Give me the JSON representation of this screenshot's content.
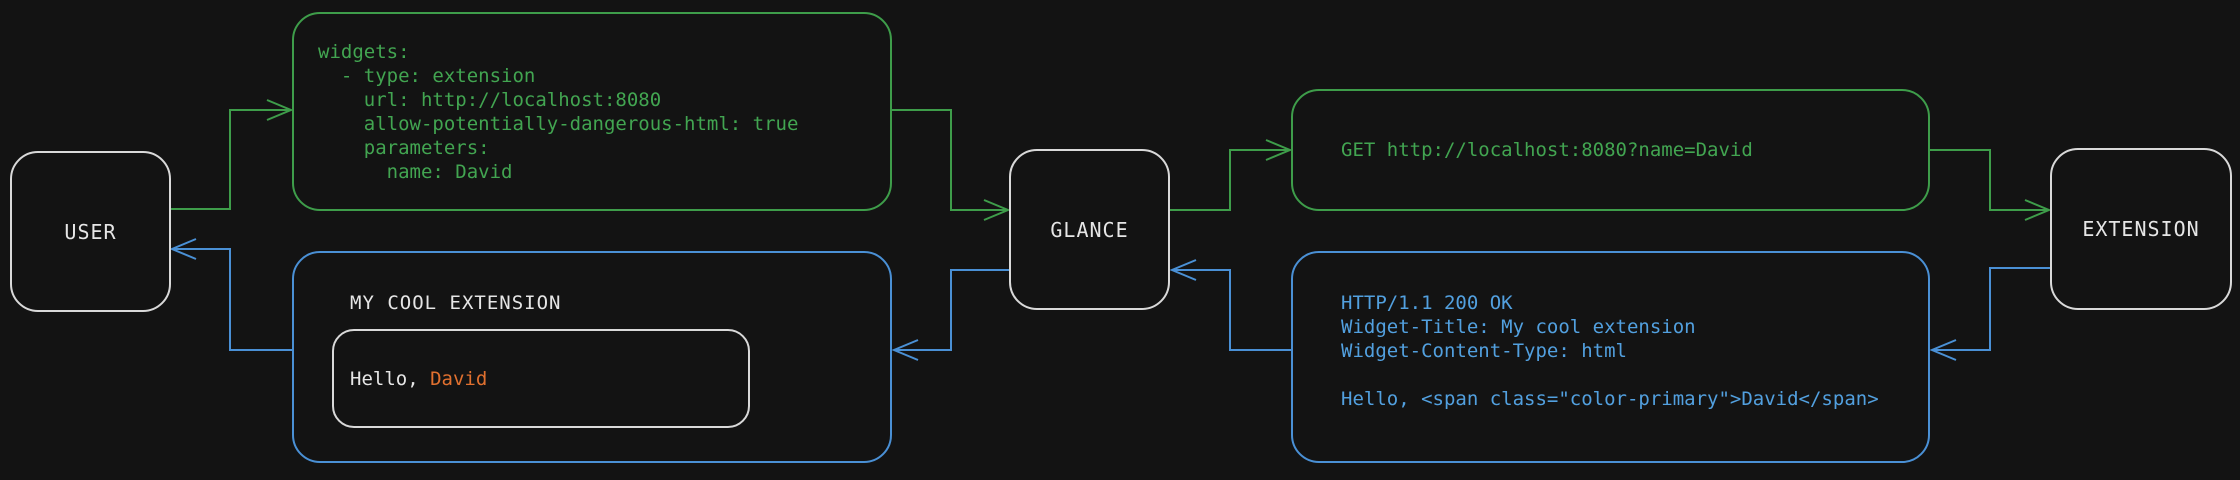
{
  "colors": {
    "bg": "#131313",
    "green": "#3e9d4a",
    "green-text": "#42a551",
    "blue": "#4a90d5",
    "blue-text": "#52a0df",
    "orange": "#e0702f",
    "light": "#d9d9d9",
    "text-light": "#e6e6e6"
  },
  "nodes": {
    "user": {
      "label": "USER"
    },
    "glance": {
      "label": "GLANCE"
    },
    "extension": {
      "label": "EXTENSION"
    }
  },
  "boxes": {
    "config": {
      "lines": [
        "widgets:",
        "  - type: extension",
        "    url: http://localhost:8080",
        "    allow-potentially-dangerous-html: true",
        "    parameters:",
        "      name: David"
      ]
    },
    "request": {
      "line": "GET http://localhost:8080?name=David"
    },
    "response": {
      "lines": [
        "HTTP/1.1 200 OK",
        "Widget-Title: My cool extension",
        "Widget-Content-Type: html",
        "",
        "Hello, <span class=\"color-primary\">David</span>"
      ]
    },
    "widget": {
      "title": "MY COOL EXTENSION",
      "greeting_prefix": "Hello, ",
      "greeting_name": "David"
    }
  }
}
